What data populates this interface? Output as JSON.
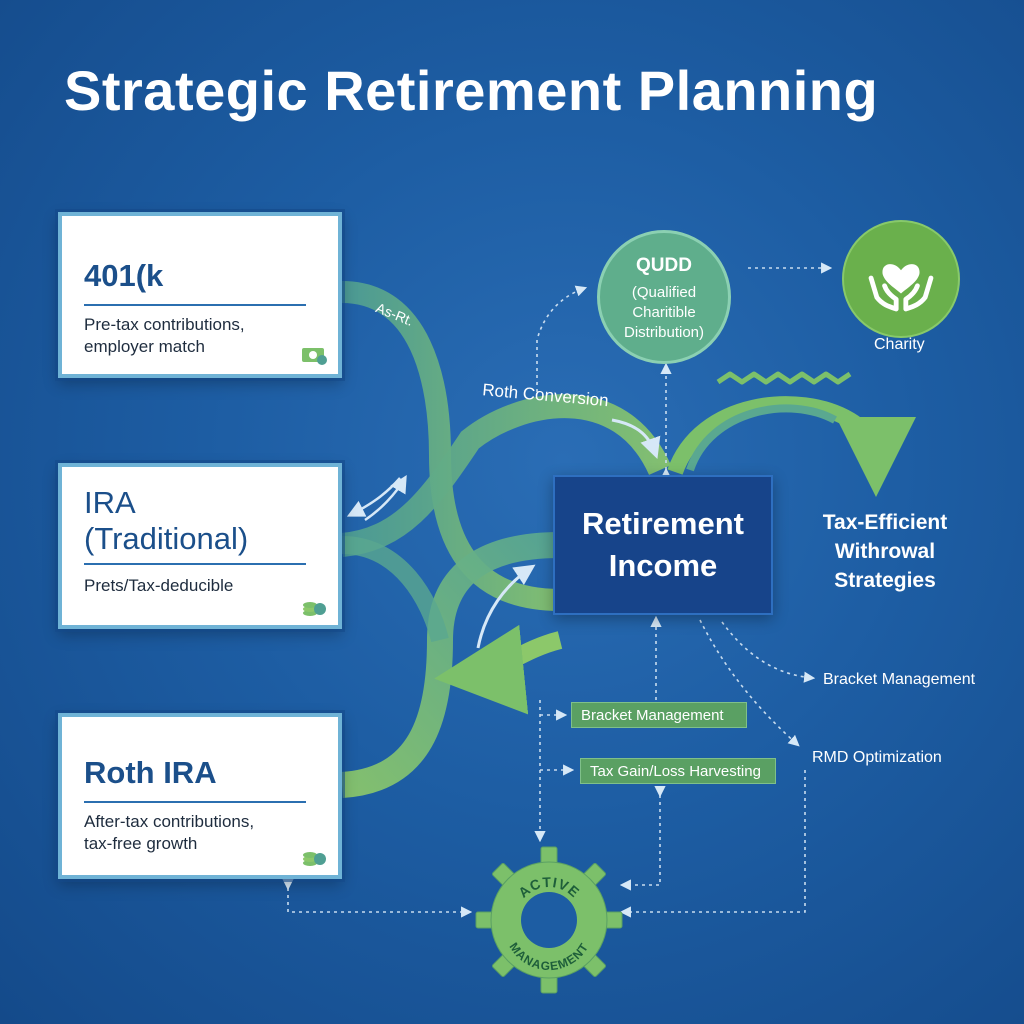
{
  "title": "Strategic Retirement Planning",
  "accounts": [
    {
      "id": "401k",
      "title": "401(k",
      "desc_line1": "Pre-tax contributions,",
      "desc_line2": "employer match",
      "icon": "cash-icon"
    },
    {
      "id": "ira",
      "title_line1": "IRA",
      "title_line2": "(Traditional)",
      "desc_line1": "Prets/Tax-deducible",
      "icon": "coins-icon"
    },
    {
      "id": "roth",
      "title": "Roth IRA",
      "desc_line1": "After-tax contributions,",
      "desc_line2": "tax-free growth",
      "icon": "coins-icon"
    }
  ],
  "center": {
    "line1": "Retirement",
    "line2": "Income"
  },
  "qcd": {
    "title": "QUDD",
    "line1": "(Qualified",
    "line2": "Charitible",
    "line3": "Distribution)"
  },
  "charity": {
    "label": "Charity",
    "icon": "hands-heart-icon"
  },
  "flow_labels": {
    "asrt": "As-Rt.",
    "roth_conversion": "Roth Conversion"
  },
  "tax_efficient": {
    "line1": "Tax-Efficient",
    "line2": "Withrowal",
    "line3": "Strategies"
  },
  "strategies": {
    "bracket_right": "Bracket Management",
    "rmd": "RMD Optimization",
    "bracket_chip": "Bracket Management",
    "tax_chip": "Tax Gain/Loss Harvesting"
  },
  "gear": {
    "top": "ACTIVE",
    "bottom": "MANAGEMENT",
    "icon": "gear-icon"
  },
  "colors": {
    "background": "#1d5da3",
    "flow_green": "#7cc06a",
    "flow_teal": "#5aa890",
    "card_border": "#6fb3d6",
    "center_box": "#17448a"
  }
}
